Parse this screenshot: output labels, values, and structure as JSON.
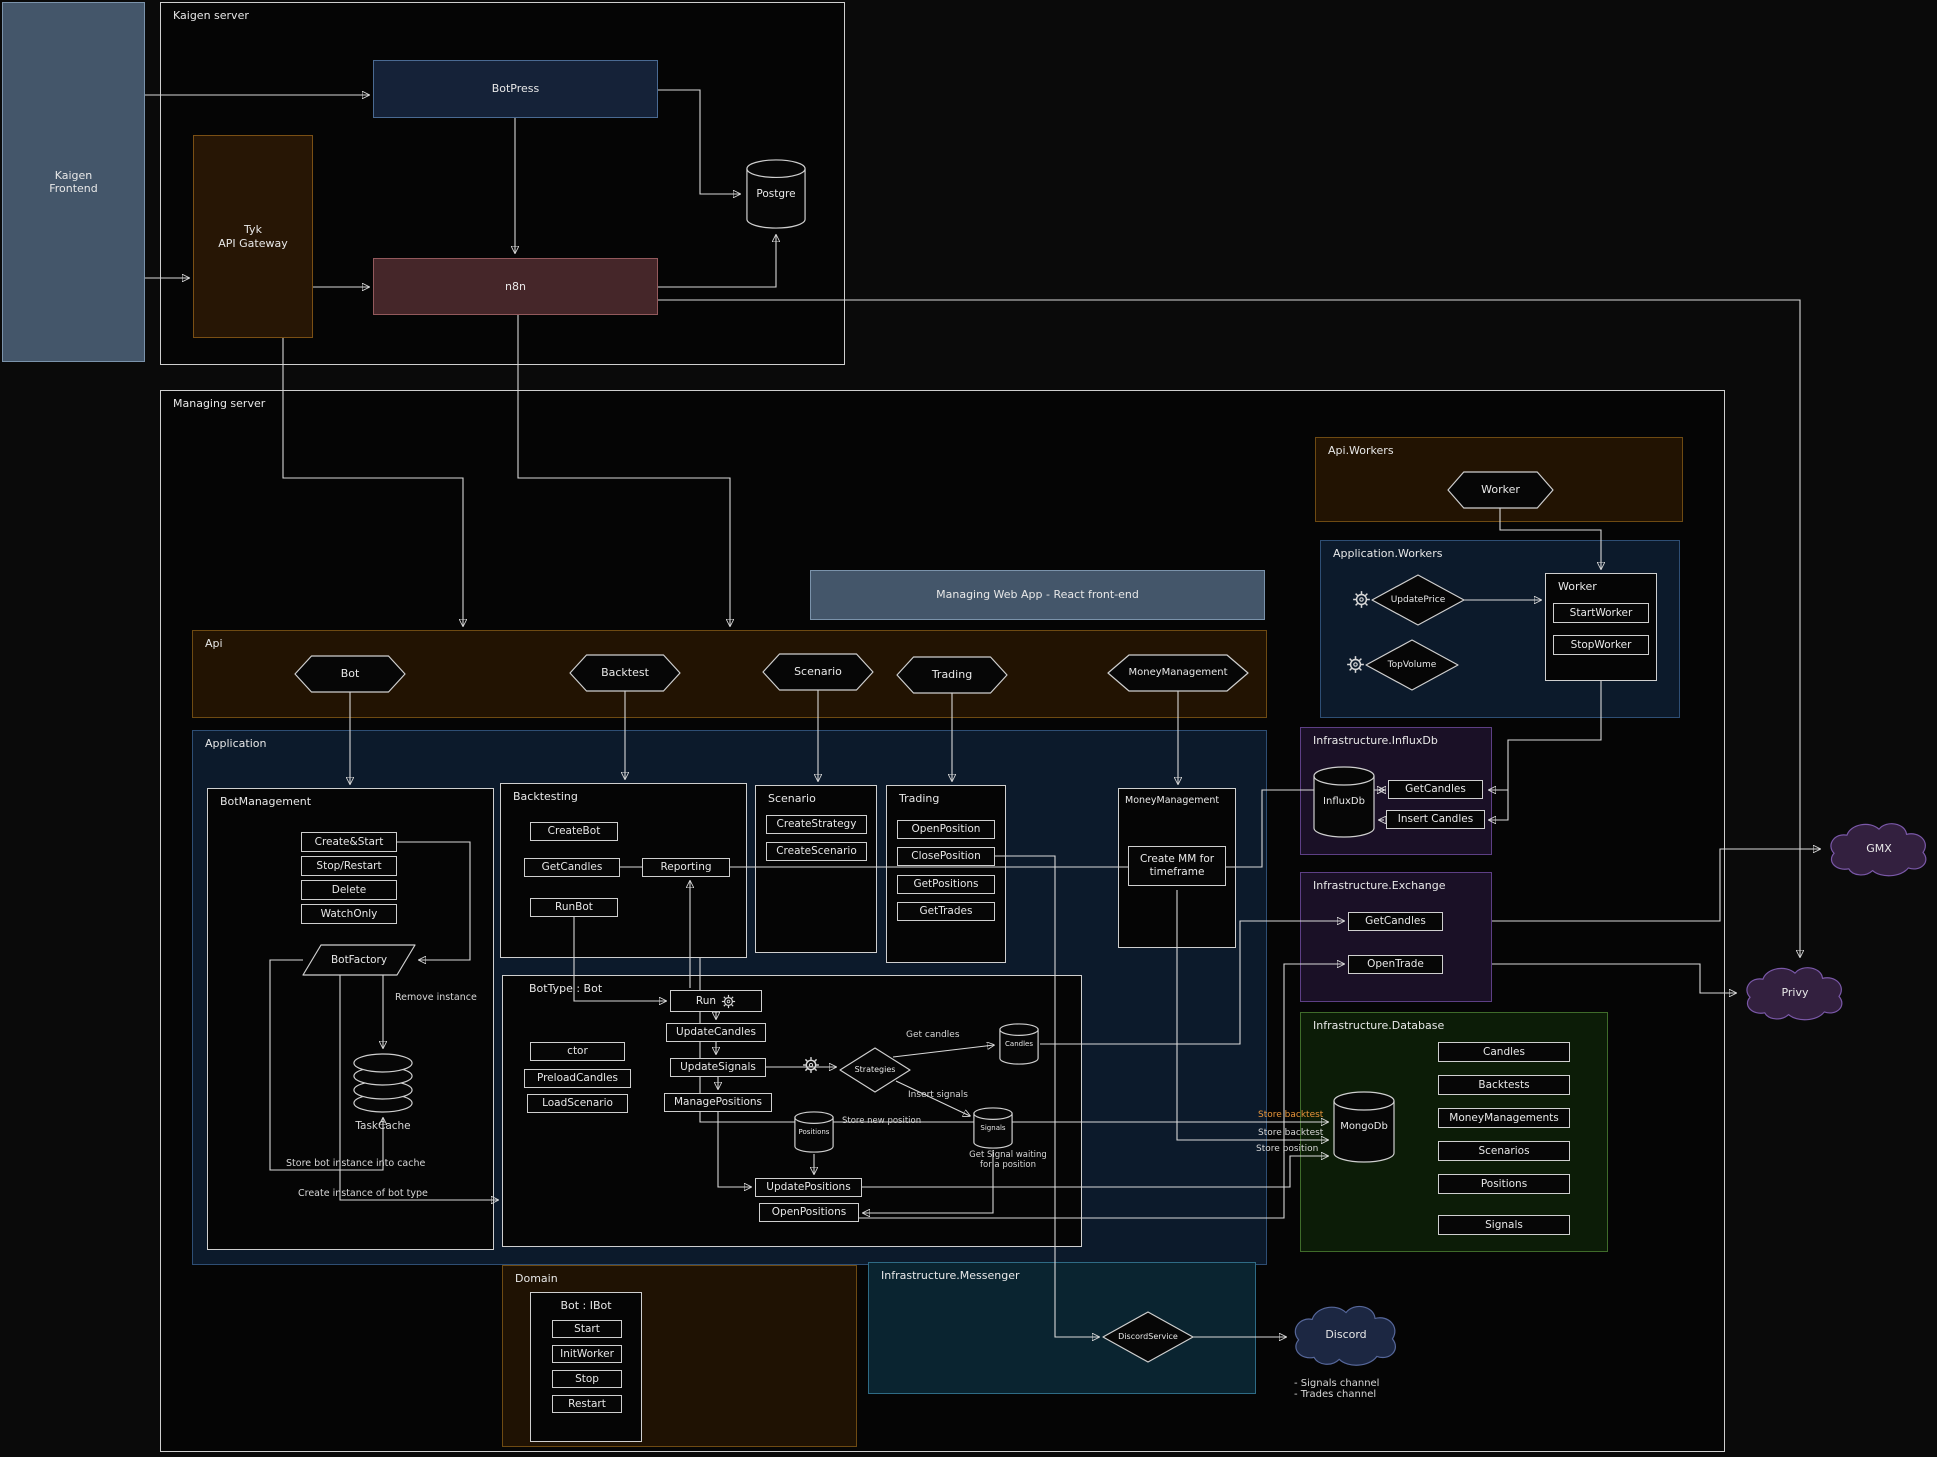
{
  "frontend": {
    "label": "Kaigen\nFrontend"
  },
  "kaigen_server": {
    "title": "Kaigen server",
    "botpress": "BotPress",
    "tyk": "Tyk\nAPI Gateway",
    "n8n": "n8n",
    "postgre": "Postgre"
  },
  "managing": {
    "title": "Managing server",
    "web_app": "Managing Web App - React front-end",
    "api_workers": {
      "title": "Api.Workers",
      "worker": "Worker"
    },
    "app_workers": {
      "title": "Application.Workers",
      "update_price": "UpdatePrice",
      "top_volume": "TopVolume",
      "worker_title": "Worker",
      "start_worker": "StartWorker",
      "stop_worker": "StopWorker"
    },
    "api": {
      "title": "Api",
      "bot": "Bot",
      "backtest": "Backtest",
      "scenario": "Scenario",
      "trading": "Trading",
      "money_management": "MoneyManagement"
    },
    "application": {
      "title": "Application",
      "bot_management": {
        "title": "BotManagement",
        "create_start": "Create&Start",
        "stop_restart": "Stop/Restart",
        "delete": "Delete",
        "watch_only": "WatchOnly",
        "bot_factory": "BotFactory",
        "task_cache": "TaskCache",
        "remove_instance_label": "Remove instance",
        "store_cache_label": "Store bot instance into cache",
        "create_instance_label": "Create instance of bot type"
      },
      "backtesting": {
        "title": "Backtesting",
        "create_bot": "CreateBot",
        "get_candles": "GetCandles",
        "run_bot": "RunBot",
        "reporting": "Reporting"
      },
      "scenario": {
        "title": "Scenario",
        "create_strategy": "CreateStrategy",
        "create_scenario": "CreateScenario"
      },
      "trading": {
        "title": "Trading",
        "open_position": "OpenPosition",
        "close_position": "ClosePosition",
        "get_positions": "GetPositions",
        "get_trades": "GetTrades"
      },
      "money_management": {
        "title": "MoneyManagement",
        "create_mm": "Create MM for\ntimeframe"
      },
      "bot_type": {
        "title": "BotType : Bot",
        "ctor": "ctor",
        "preload_candles": "PreloadCandles",
        "load_scenario": "LoadScenario",
        "run": "Run",
        "update_candles": "UpdateCandles",
        "update_signals": "UpdateSignals",
        "manage_positions": "ManagePositions",
        "update_positions": "UpdatePositions",
        "open_positions": "OpenPositions",
        "strategies": "Strategies",
        "candles_db": "Candles",
        "signals_db": "Signals",
        "positions_db": "Positions",
        "get_candles_label": "Get candles",
        "insert_signals_label": "Insert signals",
        "store_new_position_label": "Store new position",
        "get_signal_label": "Get Signal waiting\nfor a position"
      }
    },
    "domain": {
      "title": "Domain",
      "bot_ibot": "Bot : IBot",
      "start": "Start",
      "init_worker": "InitWorker",
      "stop": "Stop",
      "restart": "Restart"
    },
    "messenger": {
      "title": "Infrastructure.Messenger",
      "discord_service": "DiscordService"
    },
    "influx": {
      "title": "Infrastructure.InfluxDb",
      "db": "InfluxDb",
      "get_candles": "GetCandles",
      "insert_candles": "Insert Candles"
    },
    "exchange": {
      "title": "Infrastructure.Exchange",
      "get_candles": "GetCandles",
      "open_trade": "OpenTrade"
    },
    "database": {
      "title": "Infrastructure.Database",
      "db": "MongoDb",
      "collections": [
        "Candles",
        "Backtests",
        "MoneyManagements",
        "Scenarios",
        "Positions",
        "Signals"
      ]
    },
    "edge_labels": {
      "store_backtest_orange": "Store backtest",
      "store_backtest_white": "Store backtest",
      "store_position": "Store position"
    }
  },
  "external": {
    "gmx": "GMX",
    "privy": "Privy",
    "discord": "Discord",
    "channels": "- Signals channel\n- Trades channel"
  },
  "colors": {
    "line": "#d8d8d8",
    "line_orange": "#e8953a",
    "line_pink": "#d070c8",
    "line_blue": "#5a8ae0"
  }
}
